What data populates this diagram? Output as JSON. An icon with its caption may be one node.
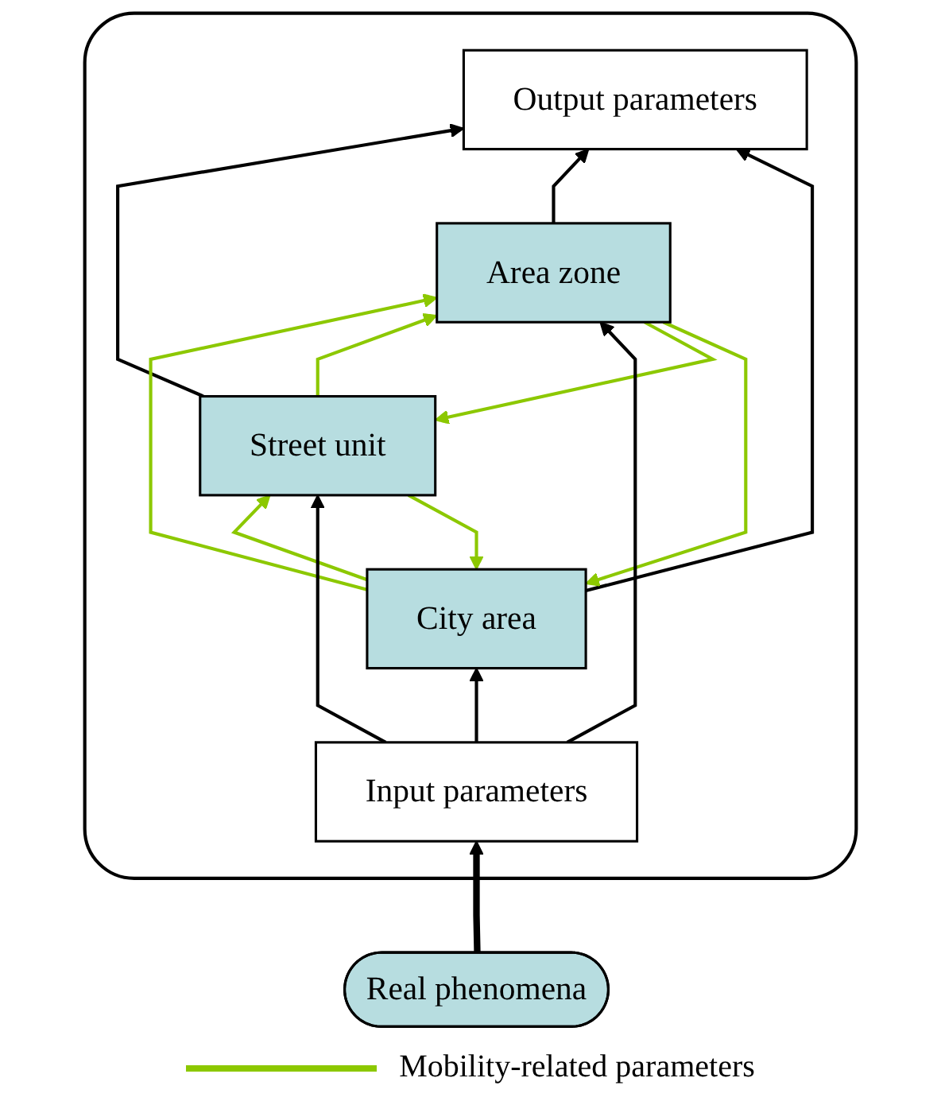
{
  "diagram": {
    "nodes": [
      {
        "text": [],
        "shape": "box"
      },
      {
        "text": [
          "Output parameters"
        ],
        "in": 0
      },
      {
        "text": [
          "City area"
        ],
        "in": 0
      },
      {
        "text": [
          "Area zone"
        ],
        "in": 0
      },
      {
        "text": [
          "Street unit"
        ],
        "in": 0
      },
      {
        "text": [
          "Input parameters"
        ],
        "in": 0
      },
      {
        "text": [
          "Real phenomena"
        ]
      }
    ],
    "edges": [
      {
        "from": 4,
        "to": 1,
        "arrow": "to"
      },
      {
        "from": 3,
        "to": 1,
        "arrow": "to"
      },
      {
        "from": 2,
        "to": 1,
        "arrow": "to"
      },
      {
        "from": 2,
        "to": 4,
        "arrow": "to",
        "color": "#8cc800"
      },
      {
        "from": 2,
        "to": 3,
        "arrow": "to",
        "color": "#8cc800"
      },
      {
        "from": 3,
        "to": 4,
        "arrow": "to",
        "color": "#8cc800"
      },
      {
        "from": 3,
        "to": 2,
        "arrow": "to",
        "color": "#8cc800"
      },
      {
        "from": 4,
        "to": 3,
        "arrow": "to",
        "color": "#8cc800"
      },
      {
        "from": 4,
        "to": 2,
        "arrow": "to",
        "color": "#8cc800"
      },
      {
        "from": 5,
        "to": 4,
        "arrow": "to"
      },
      {
        "from": 5,
        "to": 3,
        "arrow": "to"
      },
      {
        "from": 5,
        "to": 2,
        "arrow": "to"
      },
      {
        "from": 6,
        "to": 5,
        "arrow": "to",
        "style": "thick"
      }
    ],
    "legend": [
      {
        "text": "Mobility-related parameters"
      }
    ]
  }
}
